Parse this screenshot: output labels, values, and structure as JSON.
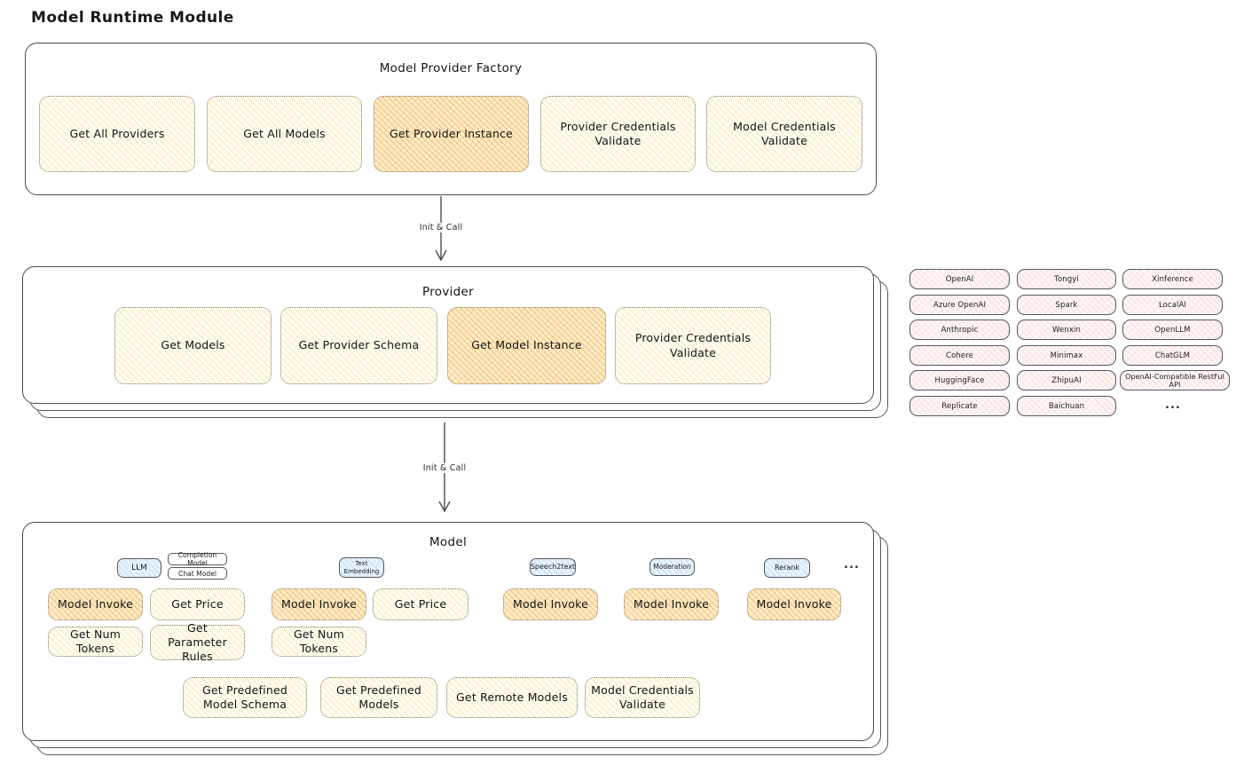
{
  "page_title": "Model Runtime Module",
  "factory": {
    "title": "Model Provider Factory",
    "items": [
      "Get All Providers",
      "Get All Models",
      "Get Provider Instance",
      "Provider Credentials Validate",
      "Model Credentials Validate"
    ]
  },
  "arrows": {
    "label1": "Init & Call",
    "label2": "Init & Call"
  },
  "provider": {
    "title": "Provider",
    "items": [
      "Get Models",
      "Get Provider Schema",
      "Get Model Instance",
      "Provider Credentials Validate"
    ]
  },
  "model": {
    "title": "Model",
    "tabs": {
      "llm": "LLM",
      "completion_model": "Completion Model",
      "chat_model": "Chat Model",
      "text_embedding": "Text Embedding",
      "speech2text": "Speech2text",
      "moderation": "Moderation",
      "rerank": "Rerank",
      "more": "..."
    },
    "llm_ops": {
      "invoke": "Model Invoke",
      "price": "Get Price",
      "tokens": "Get Num Tokens",
      "rules": "Get Parameter Rules"
    },
    "text_embedding_ops": {
      "invoke": "Model Invoke",
      "price": "Get Price",
      "tokens": "Get Num Tokens"
    },
    "speech2text_ops": {
      "invoke": "Model Invoke"
    },
    "moderation_ops": {
      "invoke": "Model Invoke"
    },
    "rerank_ops": {
      "invoke": "Model Invoke"
    },
    "bottom_ops": {
      "predefined_schema": "Get Predefined Model Schema",
      "predefined_models": "Get Predefined Models",
      "remote_models": "Get Remote Models",
      "credentials_validate": "Model Credentials Validate"
    }
  },
  "providers_list": {
    "items": [
      "OpenAI",
      "Tongyi",
      "Xinference",
      "Azure OpenAI",
      "Spark",
      "LocalAI",
      "Anthropic",
      "Wenxin",
      "OpenLLM",
      "Cohere",
      "Minimax",
      "ChatGLM",
      "HuggingFace",
      "ZhipuAI",
      "OpenAI-Compatible RestFul API",
      "Replicate",
      "Baichuan",
      "..."
    ]
  },
  "colors": {
    "stroke": "#55585e",
    "node_yellow": "#fbf3d8",
    "node_orange": "#fbd9a0",
    "chip_pink": "#fbe3e3",
    "tab_blue": "#e7f3fc"
  }
}
